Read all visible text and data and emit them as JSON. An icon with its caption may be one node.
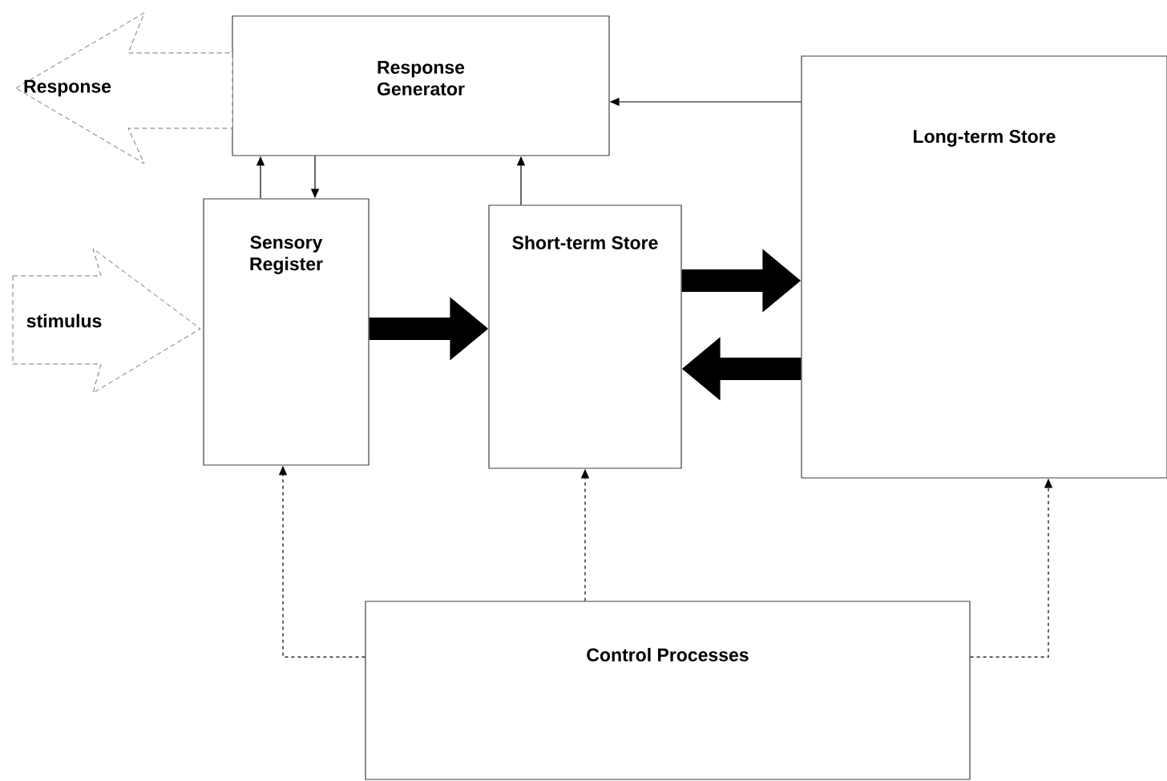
{
  "diagram": {
    "nodes": [
      {
        "text": [
          "Response Generator"
        ]
      },
      {
        "text": [
          "Sensory Register"
        ]
      },
      {
        "text": [
          "Short-term Store"
        ]
      },
      {
        "text": [
          "Long-term Store"
        ]
      },
      {
        "text": [
          "Control Processes"
        ]
      },
      {
        "text": [
          "Response"
        ]
      },
      {
        "text": [
          "stimulus"
        ]
      }
    ],
    "edges": [
      {
        "from": 1,
        "to": 0,
        "arrow": "to"
      },
      {
        "from": 0,
        "to": 1,
        "arrow": "to"
      },
      {
        "from": 2,
        "to": 0,
        "arrow": "to"
      },
      {
        "from": 3,
        "to": 0,
        "arrow": "to"
      },
      {
        "from": 1,
        "to": 2,
        "arrow": "to",
        "style": "thick"
      },
      {
        "from": 2,
        "to": 3,
        "arrow": "to",
        "style": "thick"
      },
      {
        "from": 3,
        "to": 2,
        "arrow": "to",
        "style": "thick"
      },
      {
        "from": 4,
        "to": 1,
        "arrow": "to",
        "style": "dashed"
      },
      {
        "from": 4,
        "to": 2,
        "arrow": "to",
        "style": "dashed"
      },
      {
        "from": 4,
        "to": 3,
        "arrow": "to",
        "style": "dashed"
      }
    ]
  }
}
